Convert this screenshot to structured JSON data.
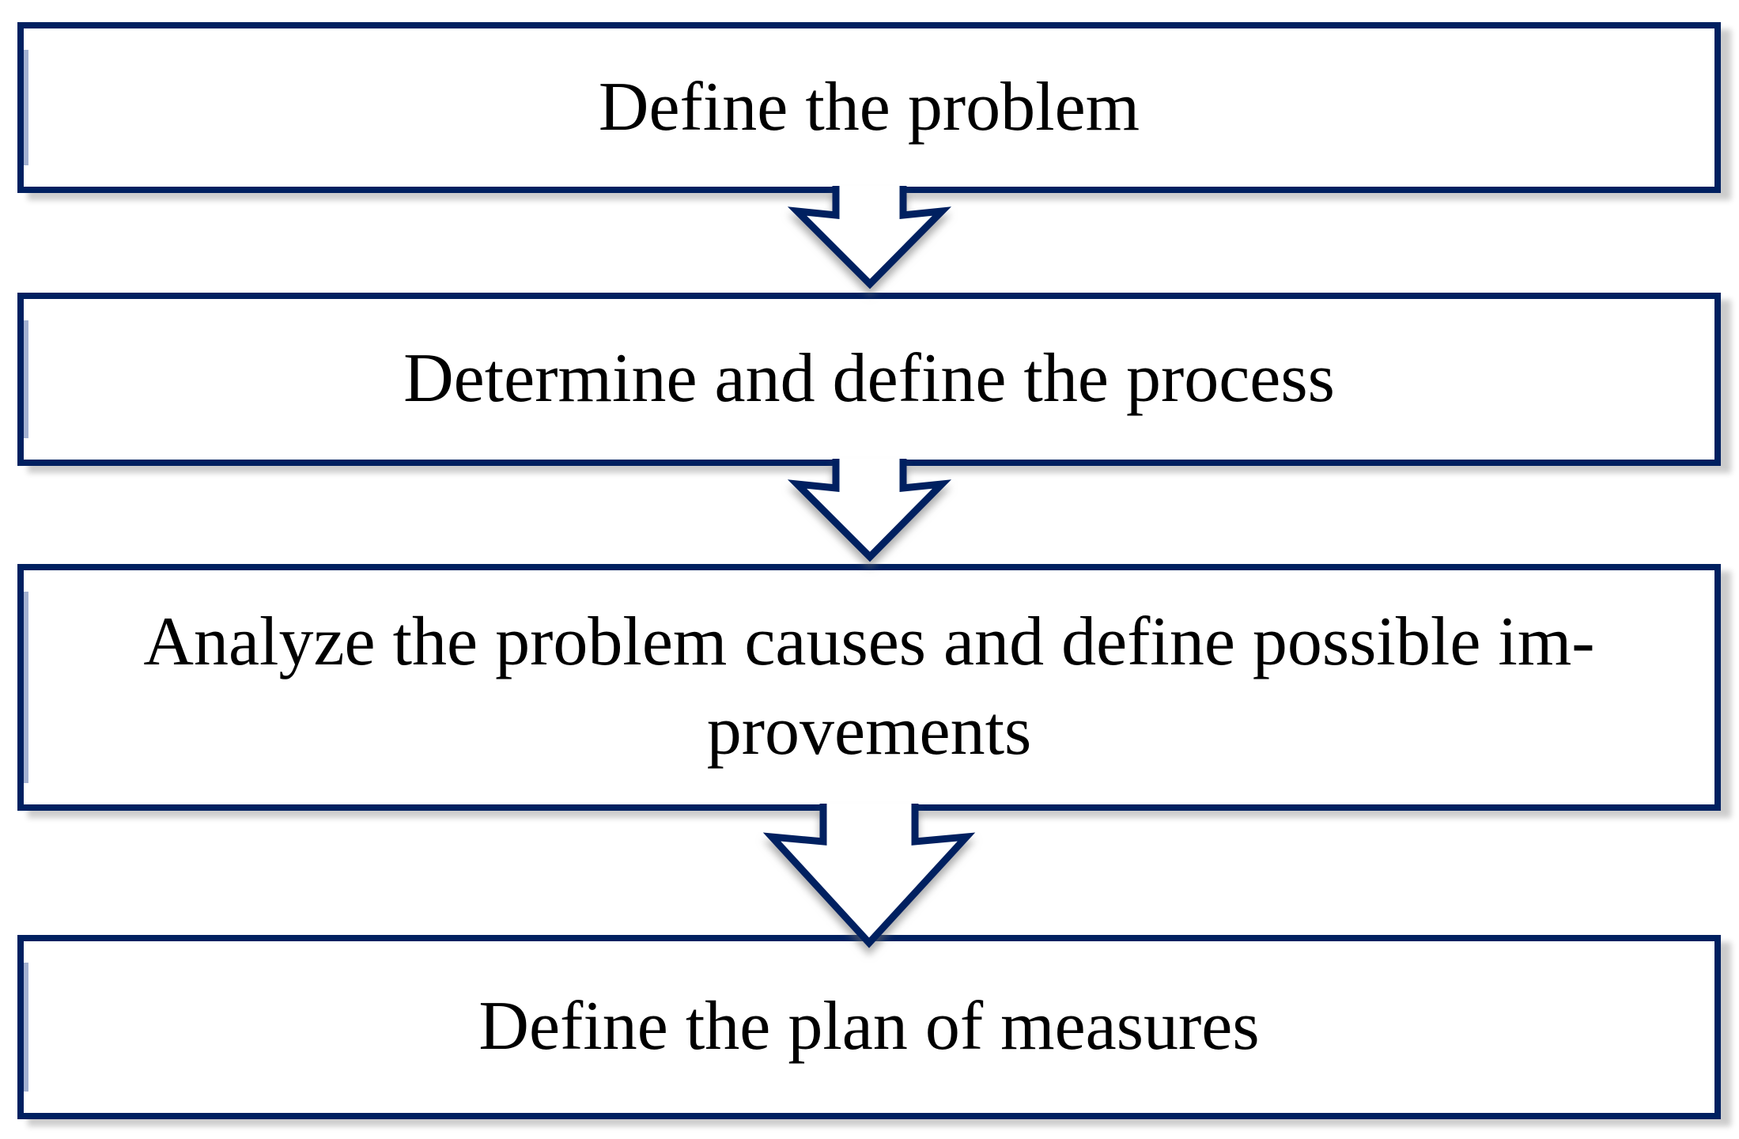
{
  "diagram": {
    "colors": {
      "accent": "#002060",
      "inner_line": "#93a3c9",
      "text": "#000000",
      "shape_fill": "#ffffff"
    },
    "connector_type": "block-down-arrow",
    "steps": [
      {
        "id": "define-problem",
        "lines": [
          "Define the problem"
        ]
      },
      {
        "id": "determine-process",
        "lines": [
          "Determine and define the process"
        ]
      },
      {
        "id": "analyze-causes",
        "lines": [
          "Analyze the problem causes and define possible im-",
          "provements"
        ]
      },
      {
        "id": "plan-measures",
        "lines": [
          "Define the plan of measures"
        ]
      }
    ]
  }
}
